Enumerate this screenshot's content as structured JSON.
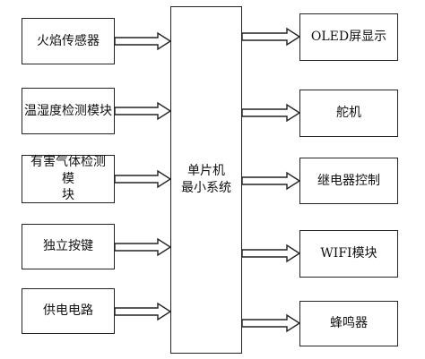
{
  "mcu": "单片机\n最小系统",
  "inputs": [
    {
      "label": "火焰传感器"
    },
    {
      "label": "温湿度检测模块"
    },
    {
      "label": "有害气体检测模\n块"
    },
    {
      "label": "独立按键"
    },
    {
      "label": "供电电路"
    }
  ],
  "outputs": [
    {
      "label": "OLED屏显示"
    },
    {
      "label": "舵机"
    },
    {
      "label": "继电器控制"
    },
    {
      "label": "WIFI模块"
    },
    {
      "label": "蜂鸣器"
    }
  ]
}
